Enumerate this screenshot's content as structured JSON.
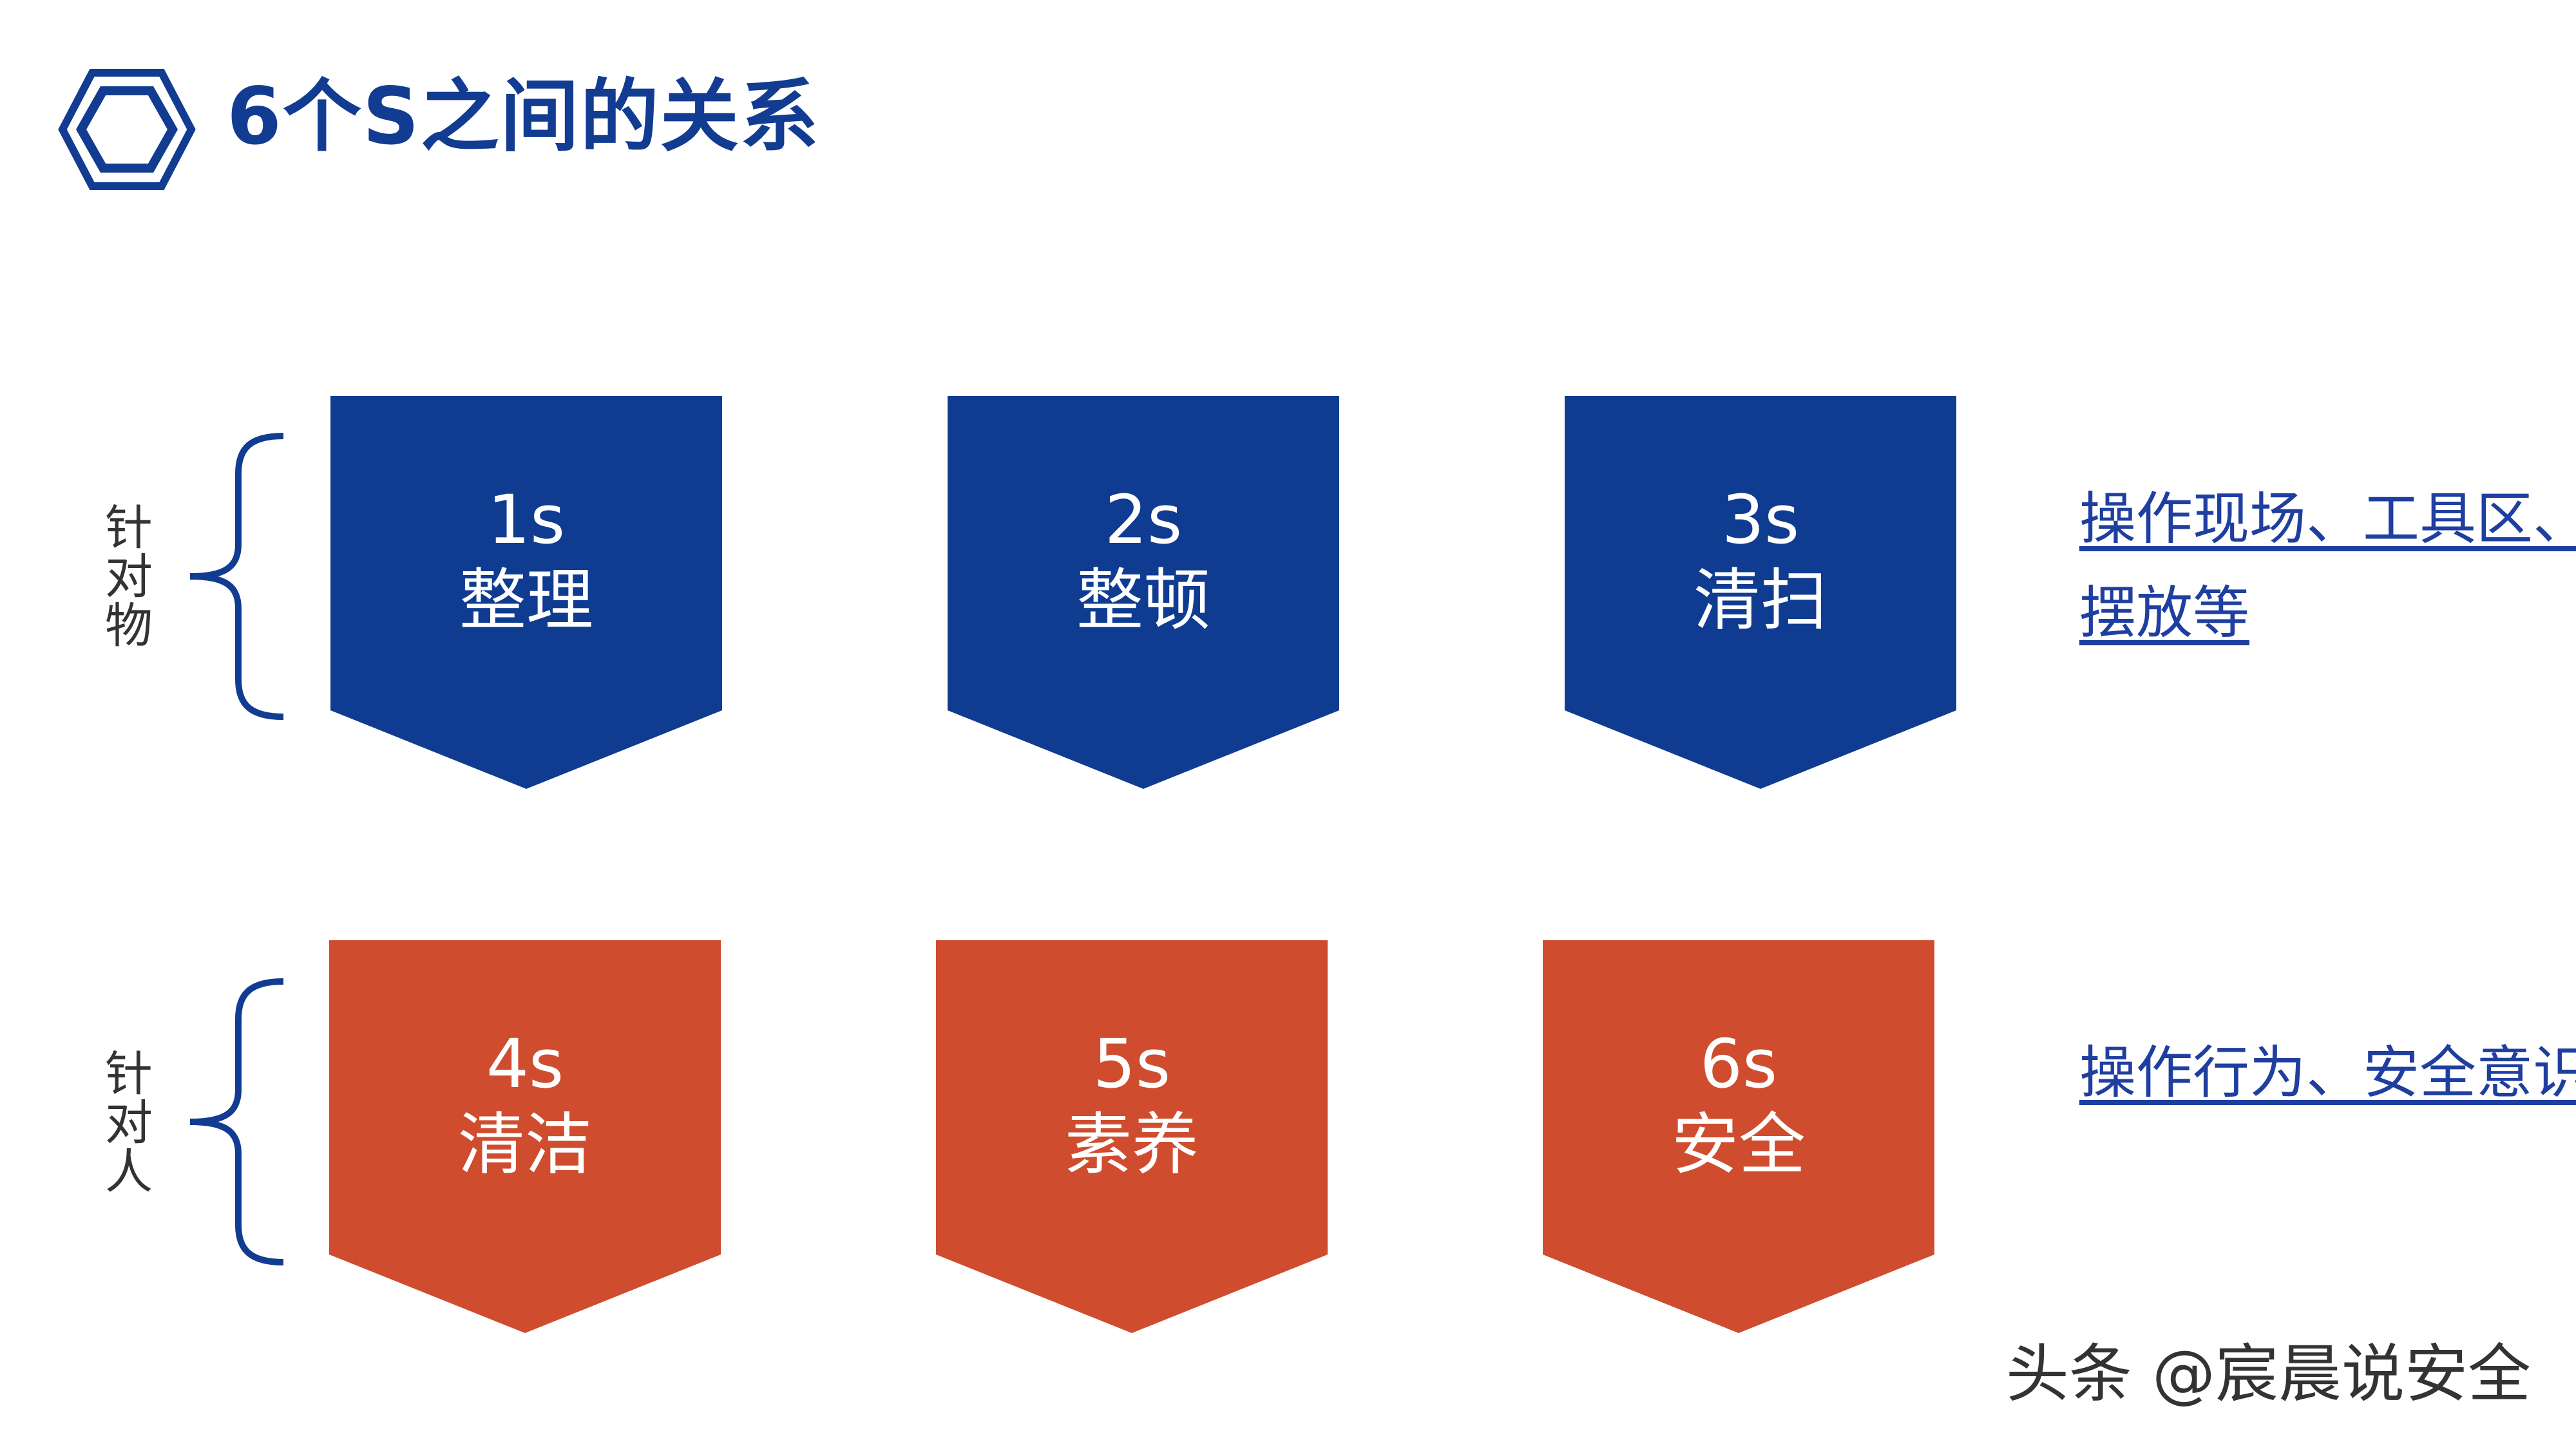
{
  "title": "6个S之间的关系",
  "colors": {
    "title": "#123c91",
    "blue_card": "#0f3c91",
    "orange_card": "#cf4d2e",
    "brace": "#123c91",
    "link": "#1f3fa0"
  },
  "groups": [
    {
      "label": [
        "针",
        "对",
        "物"
      ],
      "cards": [
        {
          "code": "1s",
          "name": "整理"
        },
        {
          "code": "2s",
          "name": "整顿"
        },
        {
          "code": "3s",
          "name": "清扫"
        }
      ],
      "description": [
        "操作现场、工具区、",
        "摆放等"
      ]
    },
    {
      "label": [
        "针",
        "对",
        "人"
      ],
      "cards": [
        {
          "code": "4s",
          "name": "清洁"
        },
        {
          "code": "5s",
          "name": "素养"
        },
        {
          "code": "6s",
          "name": "安全"
        }
      ],
      "description": [
        "操作行为、安全意识等"
      ]
    }
  ],
  "watermark": "头条 @宸晨说安全"
}
